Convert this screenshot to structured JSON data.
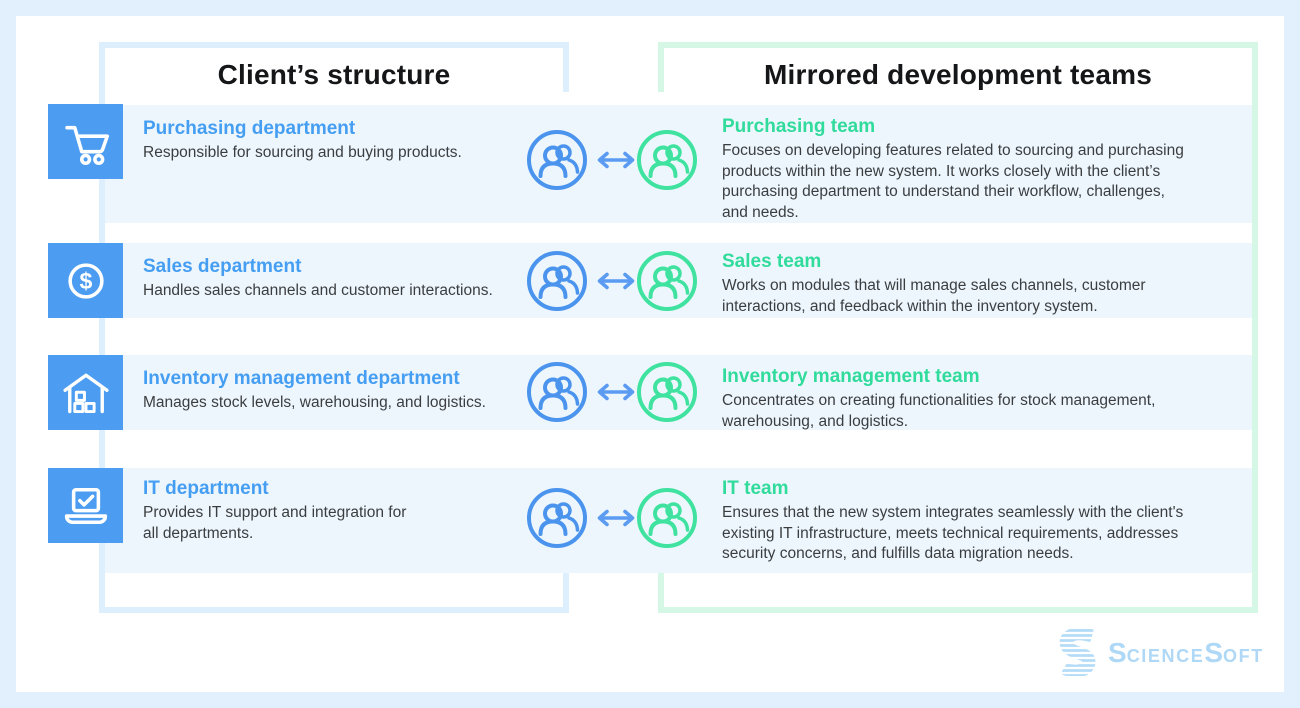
{
  "header": {
    "left": "Client’s structure",
    "right": "Mirrored development teams"
  },
  "rows": [
    {
      "icon": "shopping-cart-icon",
      "department": {
        "title": "Purchasing department",
        "description": "Responsible for sourcing and buying products."
      },
      "team": {
        "title": "Purchasing team",
        "description": "Focuses on developing features related to sourcing and purchasing\nproducts within the new system. It works closely with the client’s\npurchasing department to understand their workflow, challenges,\nand needs."
      }
    },
    {
      "icon": "dollar-icon",
      "department": {
        "title": "Sales department",
        "description": "Handles sales channels and customer interactions."
      },
      "team": {
        "title": "Sales team",
        "description": "Works on modules that will manage sales channels, customer\ninteractions, and feedback within the inventory system."
      }
    },
    {
      "icon": "warehouse-icon",
      "department": {
        "title": "Inventory management department",
        "description": "Manages stock levels, warehousing, and logistics."
      },
      "team": {
        "title": "Inventory management team",
        "description": "Concentrates on creating functionalities for stock management,\nwarehousing, and logistics."
      }
    },
    {
      "icon": "laptop-check-icon",
      "department": {
        "title": "IT department",
        "description": "Provides IT support and integration for\nall departments."
      },
      "team": {
        "title": "IT team",
        "description": "Ensures that the new system integrates seamlessly with the client's\nexisting IT infrastructure, meets technical requirements, addresses\nsecurity concerns, and fulfills data migration needs."
      }
    }
  ],
  "logo": {
    "s1": "S",
    "s2": "cience",
    "s3": "S",
    "s4": "oft"
  },
  "colors": {
    "accent_blue": "#4c9cf1",
    "accent_green": "#30db9b",
    "row_band": "#edf6fd",
    "left_frame_border": "#ddeefd",
    "right_frame_border": "#d5f7e6",
    "page_border": "#e2effd",
    "body_text": "#3b3e40",
    "heading_text": "#151618",
    "logo_blue": "#aed8f5"
  }
}
